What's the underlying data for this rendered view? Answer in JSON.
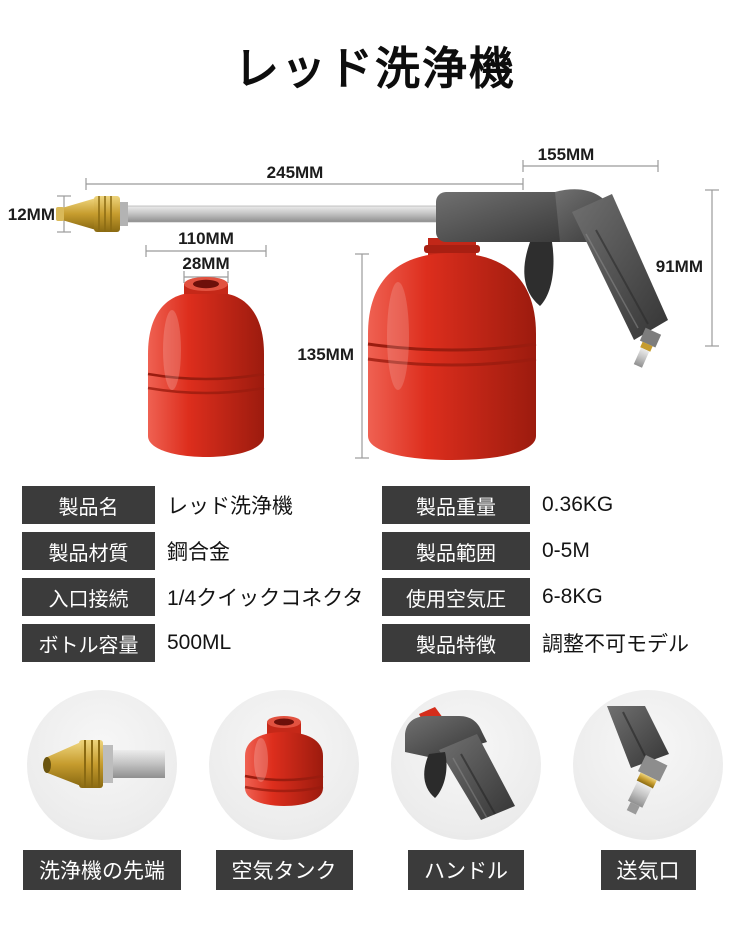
{
  "page": {
    "title": "レッド洗浄機"
  },
  "diagram": {
    "dimensions": {
      "tube_length": "245MM",
      "body_length": "155MM",
      "nozzle_diameter": "12MM",
      "small_bottle_width": "110MM",
      "small_bottle_neck": "28MM",
      "body_height": "91MM",
      "bottle_height": "135MM"
    }
  },
  "specs": {
    "left": [
      {
        "label": "製品名",
        "value": "レッド洗浄機"
      },
      {
        "label": "製品材質",
        "value": "鋼合金"
      },
      {
        "label": "入口接続",
        "value": "1/4クイックコネクタ"
      },
      {
        "label": "ボトル容量",
        "value": "500ML"
      }
    ],
    "right": [
      {
        "label": "製品重量",
        "value": "0.36KG"
      },
      {
        "label": "製品範囲",
        "value": "0-5M"
      },
      {
        "label": "使用空気圧",
        "value": "6-8KG"
      },
      {
        "label": "製品特徴",
        "value": "調整不可モデル"
      }
    ]
  },
  "parts": [
    {
      "label": "洗浄機の先端",
      "icon": "nozzle-tip-icon"
    },
    {
      "label": "空気タンク",
      "icon": "air-tank-icon"
    },
    {
      "label": "ハンドル",
      "icon": "handle-icon"
    },
    {
      "label": "送気口",
      "icon": "air-inlet-icon"
    }
  ],
  "colors": {
    "red": "#d92c1c",
    "red_dark": "#9a1c0f",
    "charcoal": "#3b3b3b",
    "brass": "#c69c2e",
    "silver": "#c6c6c6"
  }
}
